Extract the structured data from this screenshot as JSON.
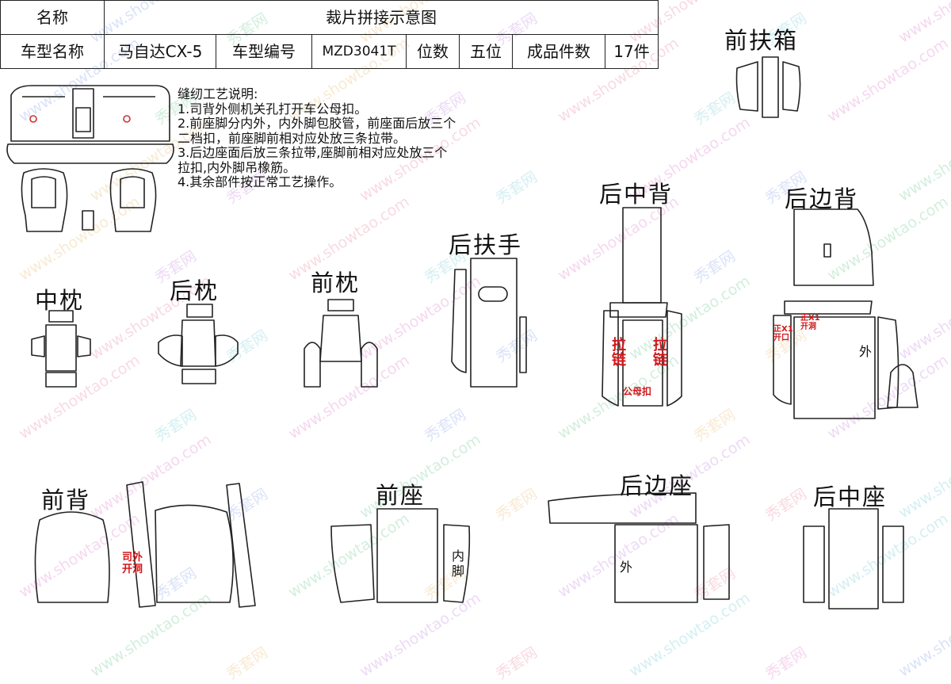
{
  "header": {
    "name_label": "名称",
    "title": "裁片拼接示意图",
    "car_model_label": "车型名称",
    "car_model": "马自达CX-5",
    "model_code_label": "车型编号",
    "model_code": "MZD3041T",
    "seats_label": "位数",
    "seats": "五位",
    "pieces_label": "成品件数",
    "pieces": "17件"
  },
  "instructions": {
    "title": "缝纫工艺说明:",
    "lines": [
      "1.司背外侧机关孔打开车公母扣。",
      "2.前座脚分内外，内外脚包胶管，前座面后放三个",
      "二档扣，前座脚前相对应处放三条拉带。",
      "3.后边座面后放三条拉带,座脚前相对应处放三个",
      "拉扣,内外脚吊橡筋。",
      "4.其余部件按正常工艺操作。"
    ]
  },
  "parts": {
    "front_box": "前扶箱",
    "rear_middle_back": "后中背",
    "rear_side_back": "后边背",
    "rear_armrest": "后扶手",
    "front_pillow": "前枕",
    "rear_pillow": "后枕",
    "middle_pillow": "中枕",
    "front_back": "前背",
    "front_seat": "前座",
    "rear_side_seat": "后边座",
    "rear_middle_seat": "后中座"
  },
  "annotations": {
    "zipper_left": "拉\n链",
    "zipper_right": "拉\n链",
    "snap": "公母扣",
    "front_x1_hole": "正X1\n开洞",
    "front_x1_opening": "正X1\n开口",
    "outer_rear_back": "外",
    "driver_outer_hole": "司外\n开洞",
    "inner_leg": "内\n脚",
    "outer_rear_seat": "外"
  },
  "watermark": {
    "site": "www.showtao.com",
    "brand": "秀套网"
  }
}
